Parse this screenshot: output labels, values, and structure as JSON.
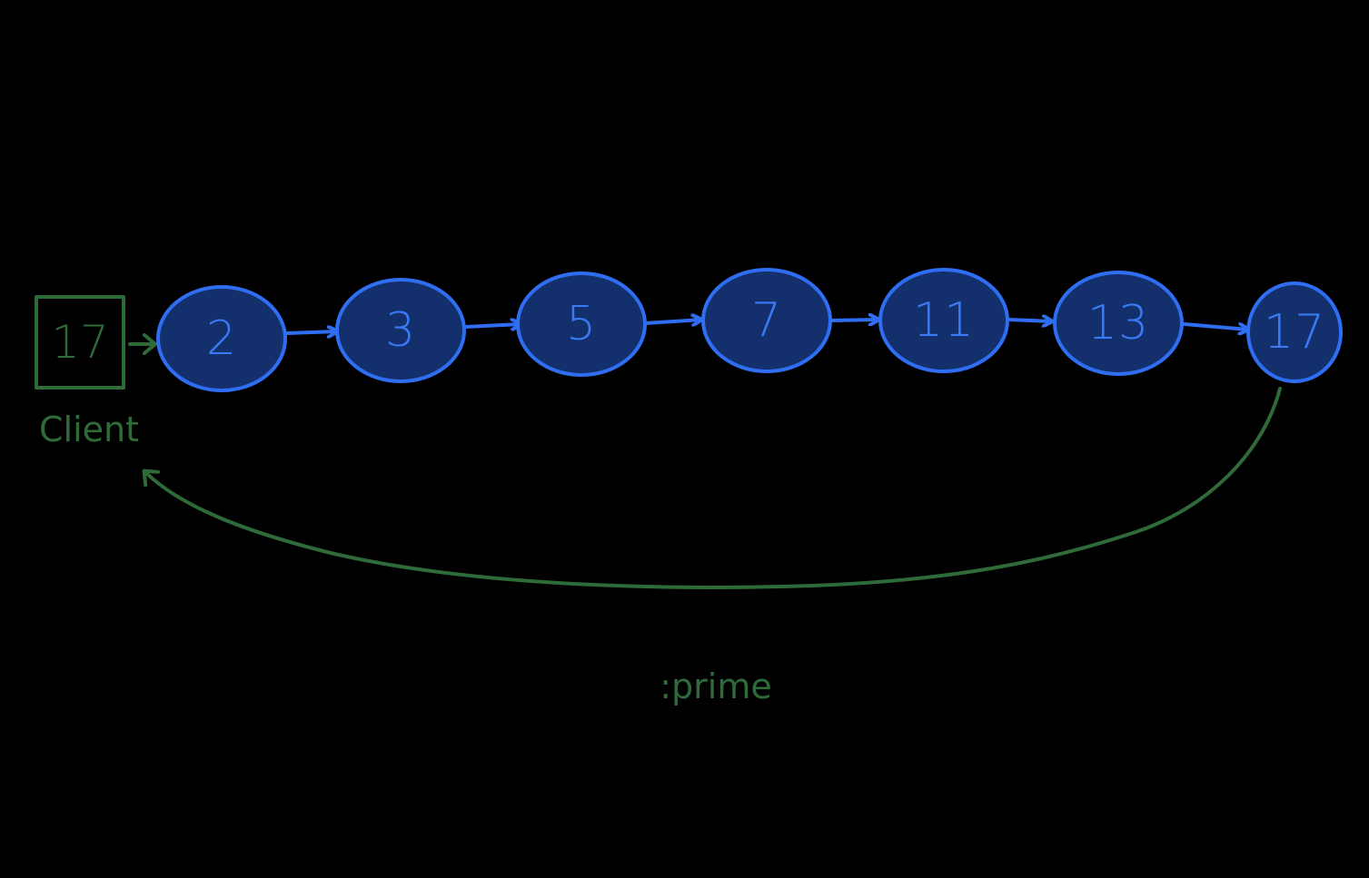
{
  "client": {
    "value": "17",
    "label": "Client"
  },
  "nodes": [
    {
      "label": "2"
    },
    {
      "label": "3"
    },
    {
      "label": "5"
    },
    {
      "label": "7"
    },
    {
      "label": "11"
    },
    {
      "label": "13"
    },
    {
      "label": "17"
    }
  ],
  "return_label": ":prime",
  "colors": {
    "background": "#000000",
    "node_fill": "#13306d",
    "node_stroke": "#2f6df2",
    "node_text": "#3b7af7",
    "client_green": "#2f6b39"
  }
}
